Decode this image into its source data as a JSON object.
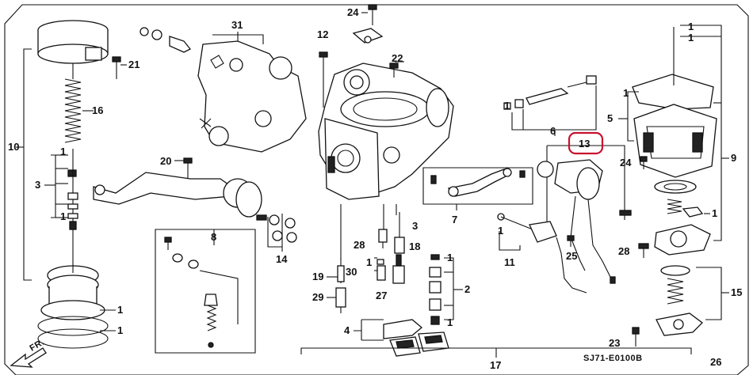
{
  "diagram_code": "SJ71-E0100B",
  "front_marker": "FR.",
  "highlight_color": "#c8102e",
  "highlighted_callout": "13",
  "callouts": {
    "c1": "1",
    "c2": "2",
    "c3": "3",
    "c4": "4",
    "c5": "5",
    "c6": "6",
    "c7": "7",
    "c8": "8",
    "c9": "9",
    "c10": "10",
    "c11": "11",
    "c12": "12",
    "c13": "13",
    "c14": "14",
    "c15": "15",
    "c16": "16",
    "c17": "17",
    "c18": "18",
    "c19": "19",
    "c20": "20",
    "c21": "21",
    "c22": "22",
    "c23": "23",
    "c24": "24",
    "c25": "25",
    "c26": "26",
    "c27": "27",
    "c28": "28",
    "c29": "29",
    "c30": "30",
    "c31": "31"
  }
}
